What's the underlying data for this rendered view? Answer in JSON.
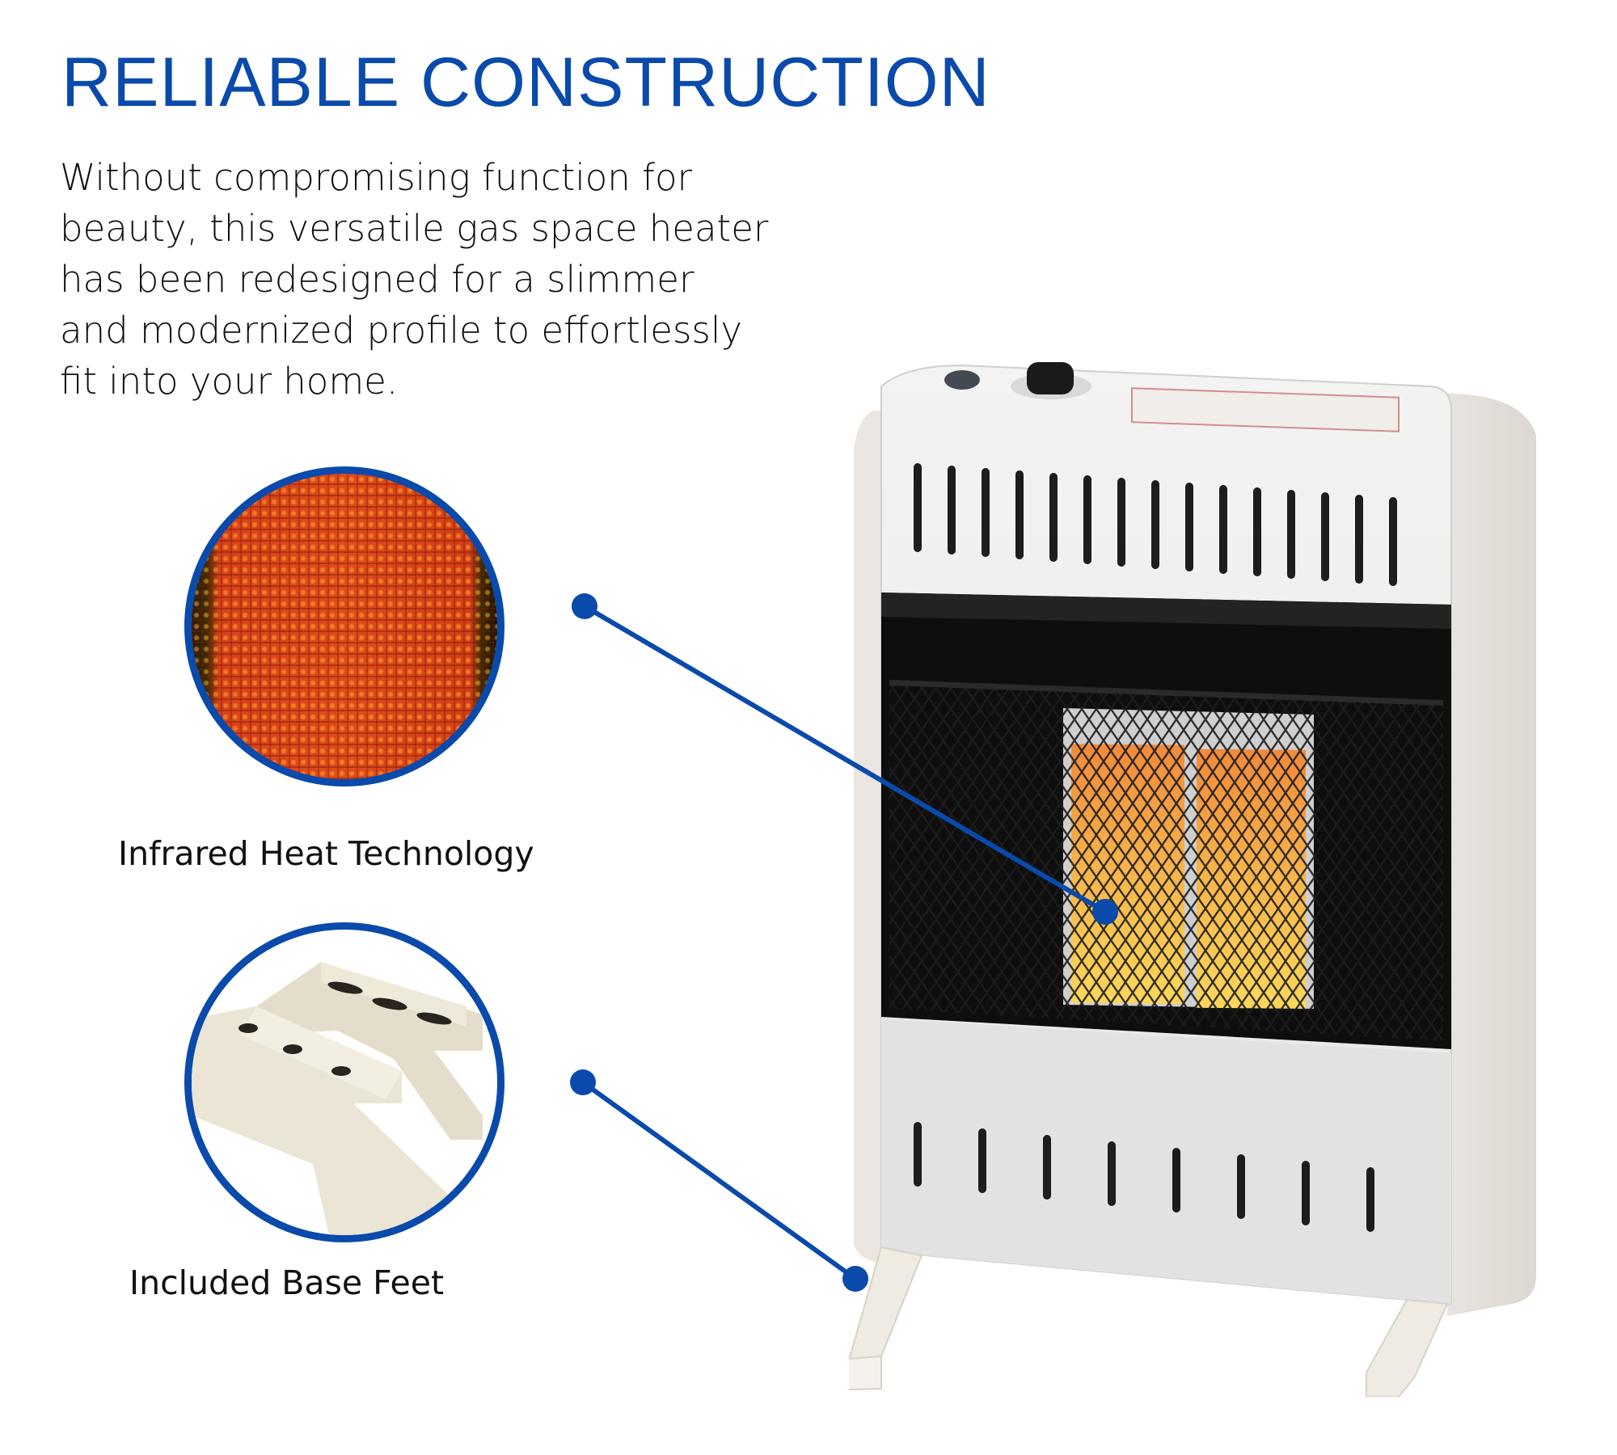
{
  "headline": "RELIABLE CONSTRUCTION",
  "description": {
    "lines": [
      "Without compromising function for",
      "beauty, this versatile gas space heater",
      "has been redesigned for a slimmer",
      "and modernized profile to effortlessly",
      "fit into your home."
    ]
  },
  "features": [
    {
      "label": "Infrared Heat Technology",
      "image": "infrared-burner-closeup"
    },
    {
      "label": "Included Base Feet",
      "image": "base-feet-closeup"
    }
  ],
  "colors": {
    "accent": "#0a4aab",
    "text": "#111111",
    "background": "#ffffff",
    "heater_body": "#eceae6",
    "burner_glow": "#f6b63a"
  }
}
